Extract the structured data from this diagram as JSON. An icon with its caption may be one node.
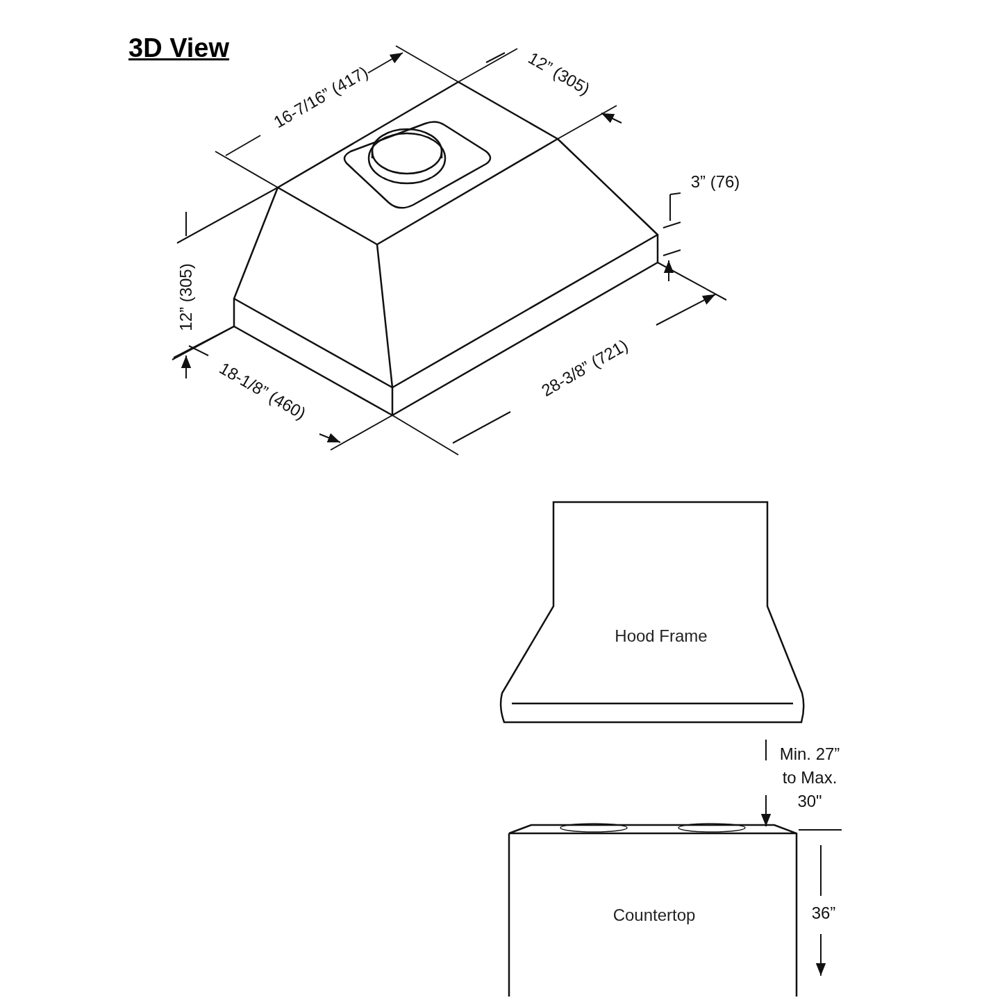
{
  "diagram": {
    "title": "3D View",
    "nodes": [
      {
        "text": [
          "Hood Frame"
        ]
      },
      {
        "text": [
          "Countertop"
        ]
      }
    ],
    "labels": [
      "16-7/16” (417)",
      "12” (305)",
      "3” (76)",
      "12” (305)",
      "18-1/8” (460)",
      "28-3/8” (721)",
      "Min. 27” to Max. 30\"",
      "36”"
    ]
  }
}
